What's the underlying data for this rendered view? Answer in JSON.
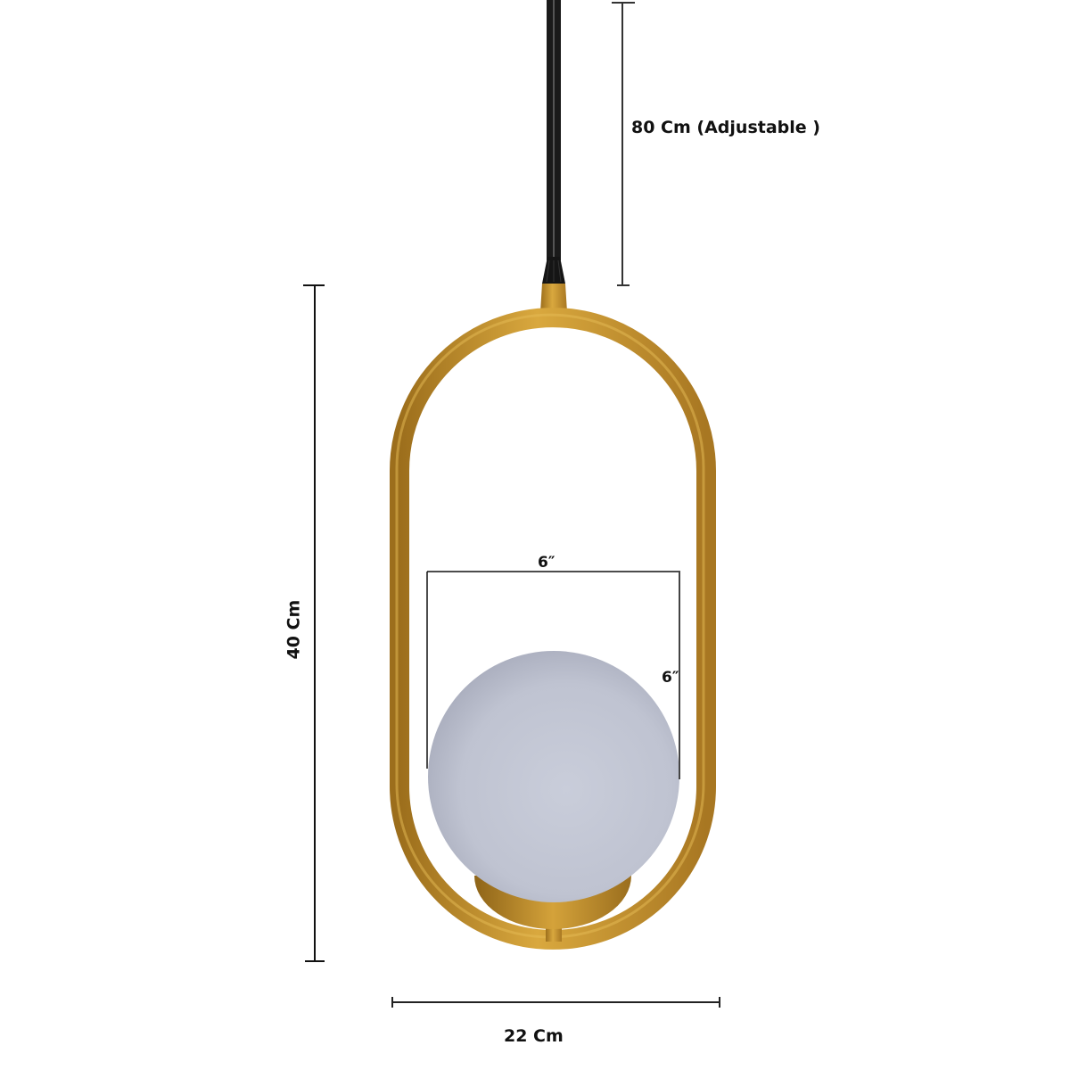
{
  "product": {
    "type": "pendant lamp",
    "frame_color": "#C8962E",
    "globe_color": "#C4C8D6",
    "cable_color": "#1A1A1A"
  },
  "dimensions": {
    "cable_length": {
      "label": "80 Cm (Adjustable )"
    },
    "frame_height": {
      "label": "40 Cm"
    },
    "frame_width": {
      "label": "22 Cm"
    },
    "globe_width": {
      "label": "6″"
    },
    "globe_height": {
      "label": "6″"
    }
  },
  "colors": {
    "dimension_line": "#222222",
    "text": "#111111",
    "background": "#FFFFFF"
  }
}
